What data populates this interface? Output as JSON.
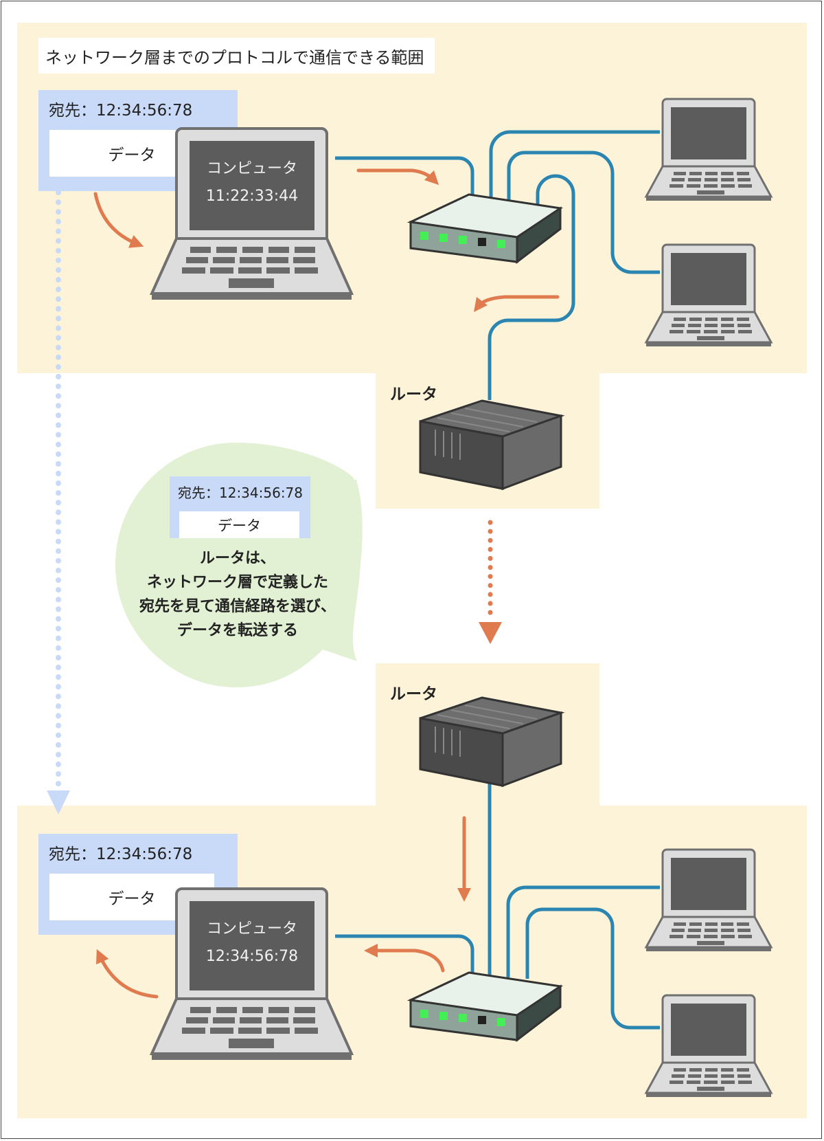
{
  "title": "ネットワーク層までのプロトコルで通信できる範囲",
  "top_computer": {
    "packet_destination": "宛先：12:34:56:78",
    "packet_payload": "データ",
    "screen_name": "コンピュータ",
    "screen_address": "11:22:33:44"
  },
  "router_top_label": "ルータ",
  "router_bottom_label": "ルータ",
  "bubble": {
    "packet_destination": "宛先：12:34:56:78",
    "packet_payload": "データ",
    "lines": [
      "ルータは、",
      "ネットワーク層で定義した",
      "宛先を見て通信経路を選び、",
      "データを転送する"
    ]
  },
  "bottom_computer": {
    "packet_destination": "宛先：12:34:56:78",
    "packet_payload": "データ",
    "screen_name": "コンピュータ",
    "screen_address": "12:34:56:78"
  },
  "colors": {
    "zone": "#fdf3d8",
    "cable": "#2a86b0",
    "arrow": "#e07b4f",
    "packet": "#c9daf8",
    "bubble": "#e2f0d4",
    "device_dark": "#555555",
    "led": "#44ee55"
  }
}
